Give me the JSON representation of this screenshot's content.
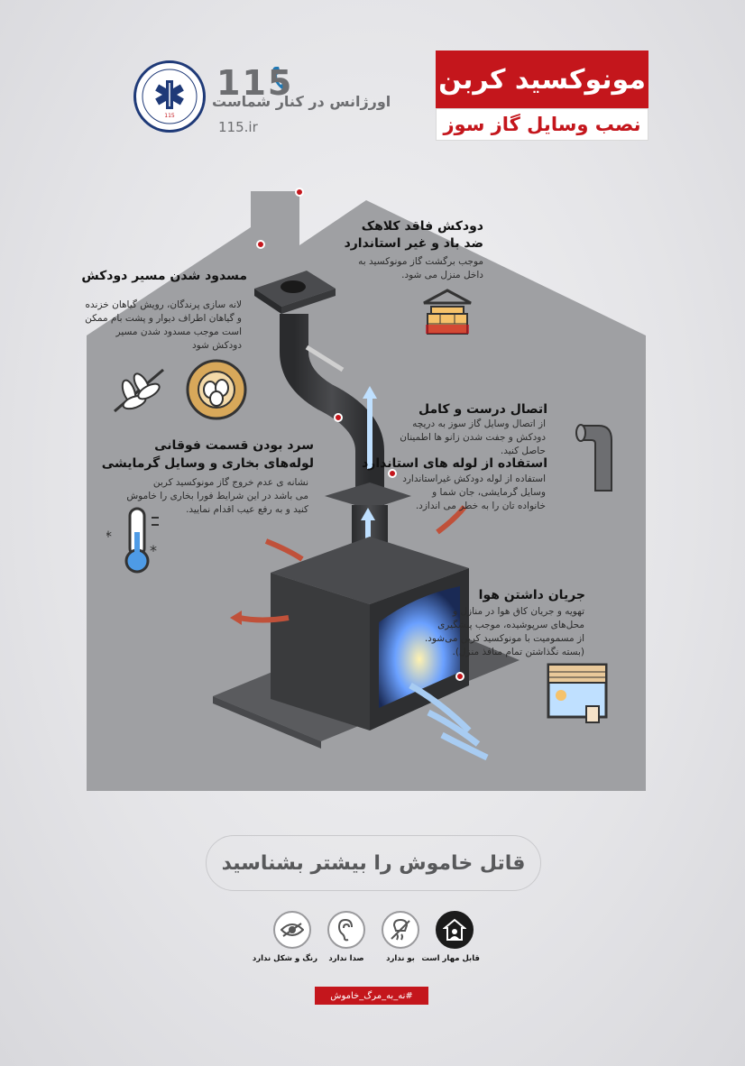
{
  "header": {
    "title": "مونوکسید کربن",
    "subtitle": "نصب وسایل گاز سوز",
    "brand_number": "115",
    "brand_slogan": "اورژانس در کنار شماست",
    "brand_url": "115.ir",
    "logo_text": "115"
  },
  "callouts": {
    "chimney_cap": {
      "title_line1": "دودکش فاقد کلاهک",
      "title_line2": "ضد باد و غیر استاندارد",
      "body": [
        "موجب برگشت گاز مونوکسید به",
        "داخل منزل می شود."
      ]
    },
    "blocked_chimney": {
      "title": "مسدود شدن مسیر دودکش",
      "body": [
        "لانه سازی پرندگان، رویش گیاهان خزنده",
        "و گیاهان اطراف دیوار و پشت بام ممکن",
        "است موجب مسدود شدن مسیر",
        "دودکش شود"
      ]
    },
    "connection": {
      "title": "اتصال درست و کامل",
      "body": [
        "از اتصال وسایل گاز سوز به دریچه",
        "دودکش و جفت شدن زانو ها اطمینان",
        "حاصل کنید."
      ]
    },
    "standard_pipes": {
      "title": "استفاده از لوله های استاندارد",
      "body": [
        "استفاده از لوله دودکش غیراستاندارد",
        "وسایل گرمایشی، جان شما و",
        "خانواده تان را به خطر می اندازد."
      ]
    },
    "cold_pipe": {
      "title_line1": "سرد بودن قسمت فوقانی",
      "title_line2": "لوله‌های بخاری و وسایل گرمایشی",
      "body": [
        "نشانه ی عدم خروج گاز مونوکسید کربن",
        "می باشد در این شرایط فورا بخاری را خاموش",
        "کنید و به رفع عیب اقدام نمایید."
      ]
    },
    "airflow": {
      "title": "جریان داشتن هوا",
      "body": [
        "تهویه و جریان کاق هوا در منازل و",
        "محل‌های سرپوشیده، موجب پیشگیری",
        "از مسمومیت با مونوکسید کربن می‌شود.",
        "(بسته نگذاشتن تمام منافذ منزل)."
      ]
    }
  },
  "footer": {
    "slogan": "قاتل خاموش را بیشتر بشناسید",
    "properties": [
      {
        "label": "قابل مهار است",
        "icon": "house-shield-icon",
        "dark": true
      },
      {
        "label": "بو ندارد",
        "icon": "no-smell-icon",
        "dark": false
      },
      {
        "label": "صدا ندارد",
        "icon": "ear-icon",
        "dark": false
      },
      {
        "label": "رنگ و شکل ندارد",
        "icon": "eye-icon",
        "dark": false
      }
    ],
    "hashtag": "#نه_به_مرگ_خاموش"
  },
  "colors": {
    "accent": "#c4161c",
    "house": "#9fa0a3",
    "stove": "#3a3b3d",
    "airflow": "#4e9be6"
  }
}
